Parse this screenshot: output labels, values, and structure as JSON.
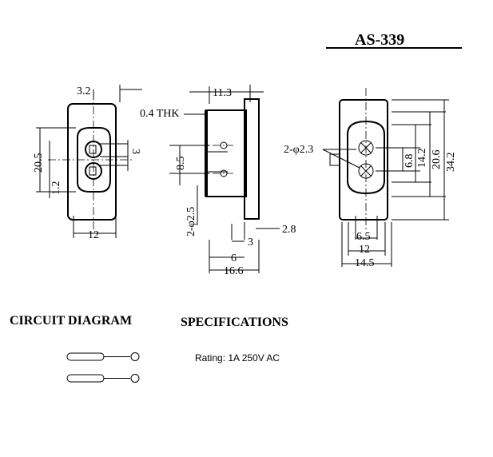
{
  "drawing": {
    "part_number": "AS-339",
    "front_view": {
      "dim_top": "3.2",
      "dim_height": "20.5",
      "dim_pin_gap": "1.2",
      "dim_pin_width": "3",
      "dim_width": "12"
    },
    "side_view": {
      "dim_top": "11.3",
      "dim_thickness": "0.4 THK",
      "dim_pin_pitch": "8.5",
      "dim_hole_dia": "2-φ2.5",
      "dim_step": "2.8",
      "dim_3": "3",
      "dim_6": "6",
      "dim_total": "16.6"
    },
    "rear_view": {
      "dim_hole": "2-φ2.3",
      "dim_inner_h": "6.8",
      "dim_mid_h": "14.2",
      "dim_outer_h": "20.6",
      "dim_total_h": "34.2",
      "dim_w1": "6.5",
      "dim_w2": "12",
      "dim_w3": "14.5"
    }
  },
  "circuit": {
    "heading": "CIRCUIT  DIAGRAM"
  },
  "specifications": {
    "heading": "SPECIFICATIONS",
    "rating": "Rating: 1A 250V AC"
  }
}
